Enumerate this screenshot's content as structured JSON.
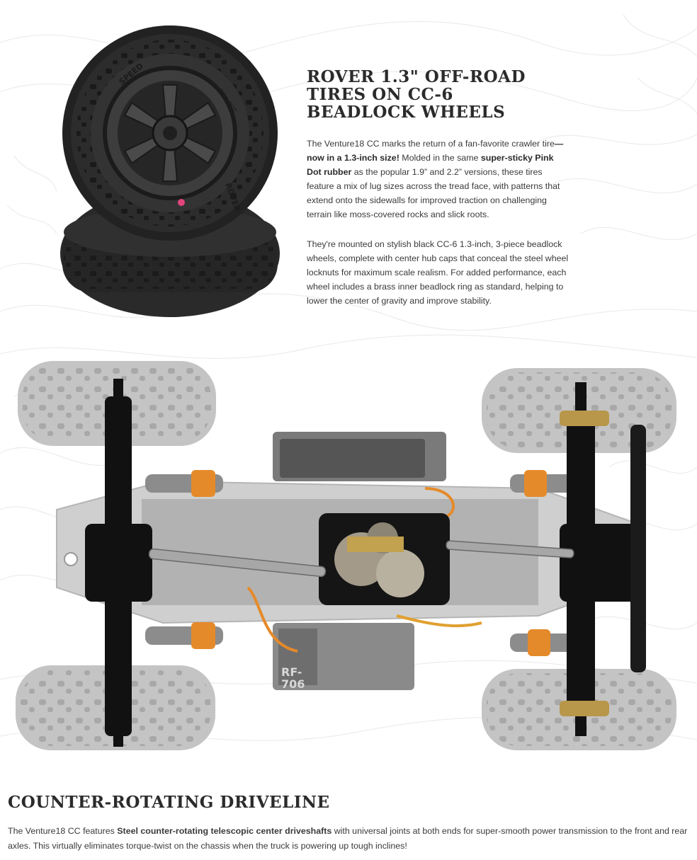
{
  "tires": {
    "image_alt": "Rover 1.3 off-road tires on CC-6 beadlock wheels",
    "sidewall_text_1": "SPEED",
    "sidewall_text_2": "ROVER",
    "sidewall_text_3": "PINK DOT",
    "title_lines": [
      "ROVER 1.3\" OFF-ROAD",
      "TIRES ON CC-6",
      "BEADLOCK WHEELS"
    ],
    "p1": [
      "The Venture18 CC marks the return of a fan-favorite crawler tire",
      "—now in a 1.3-inch size!",
      " Molded in the same ",
      "super-sticky Pink Dot rubber",
      " as the popular 1.9” and 2.2” versions, these tires feature a mix of lug sizes across the tread face, with patterns that extend onto the sidewalls for improved traction on challenging terrain like moss-covered rocks and slick roots."
    ],
    "p2": "They're mounted on stylish black CC-6 1.3-inch, 3-piece beadlock wheels, complete with center hub caps that conceal the steel wheel locknuts for maximum scale realism. For added performance, each wheel includes a brass inner beadlock ring as standard, helping to lower the center of gravity and improve stability."
  },
  "chassis": {
    "receiver_label_1": "RF-",
    "receiver_label_2": "706"
  },
  "driveline": {
    "title": "COUNTER-ROTATING DRIVELINE",
    "p": [
      "The Venture18 CC features ",
      "Steel counter-rotating telescopic center driveshafts",
      " with universal joints at both ends for super-smooth power transmission to the front and rear axles. This virtually eliminates torque-twist on the chassis when the truck is powering up tough inclines!"
    ]
  },
  "colors": {
    "heading": "#2b2b2b",
    "body_text": "#3a3a3a",
    "pink_dot": "#e0457b",
    "brass": "#b8964a",
    "shock_orange": "#e58a2a",
    "tire_gray": "#bdbdbd"
  }
}
